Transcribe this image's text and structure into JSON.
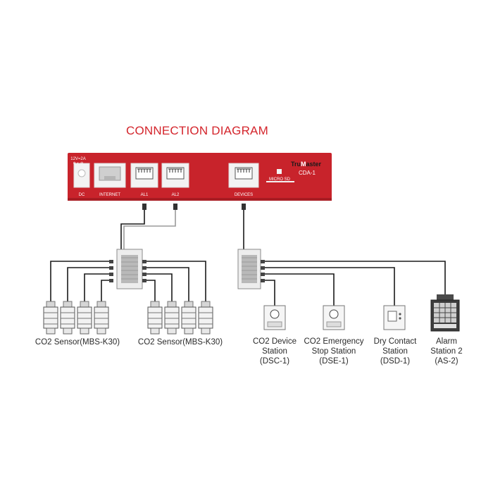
{
  "title": "CONNECTION DIAGRAM",
  "controller": {
    "brand_prefix": "Tru",
    "brand_mid": "M",
    "brand_suffix": "aster",
    "model": "CDA-1",
    "power_label": "12V=2A",
    "power_polarity": "⊕-◐-⊖",
    "ports": {
      "dc": "DC",
      "internet": "INTERNET",
      "al1": "AL1",
      "al2": "AL2",
      "devices": "DEVICES",
      "microsd": "MICRO SD"
    }
  },
  "sensor_groups": [
    {
      "label": "CO2 Sensor(MBS-K30)"
    },
    {
      "label": "CO2 Sensor(MBS-K30)"
    }
  ],
  "devices": [
    {
      "lines": [
        "CO2 Device",
        "Station",
        "(DSC-1)"
      ]
    },
    {
      "lines": [
        "CO2 Emergency",
        "Stop Station",
        "(DSE-1)"
      ]
    },
    {
      "lines": [
        "Dry Contact",
        "Station",
        "(DSD-1)"
      ]
    },
    {
      "lines": [
        "Alarm",
        "Station 2",
        "(AS-2)"
      ]
    }
  ],
  "colors": {
    "title": "#d4252c",
    "controller_body": "#c8232b",
    "wire": "#1a1a1a",
    "wire_light": "#9a9a9a"
  }
}
